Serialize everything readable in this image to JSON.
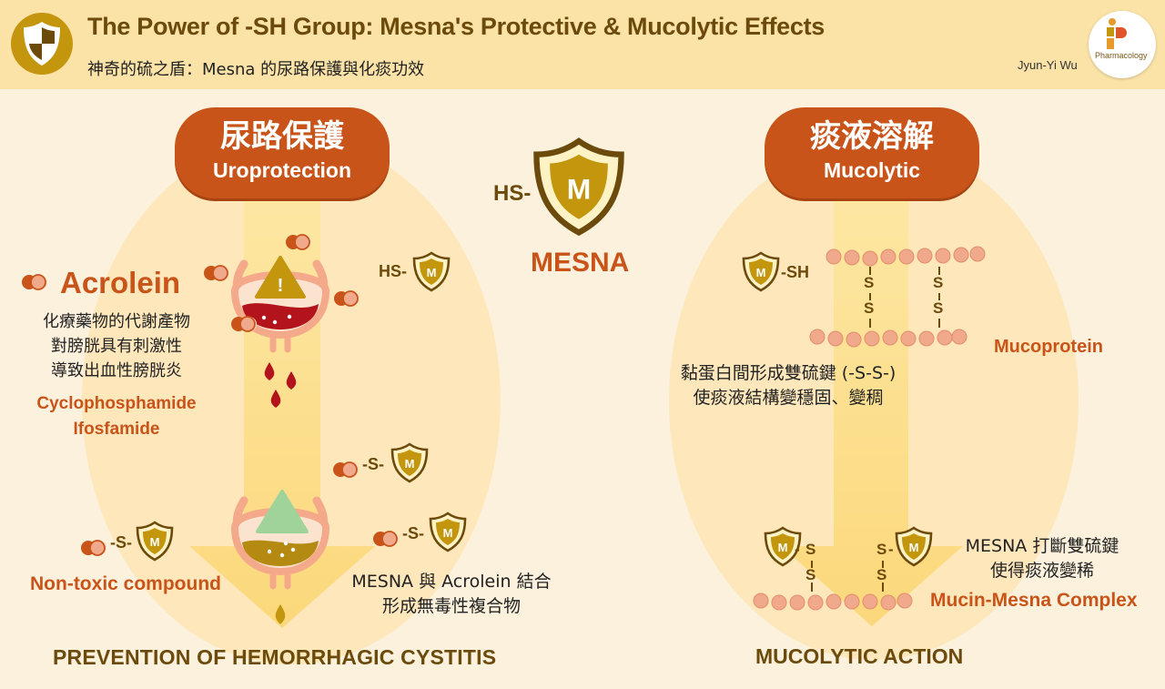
{
  "header": {
    "title": "The Power of -SH Group: Mesna's Protective & Mucolytic Effects",
    "subtitle": "神奇的硫之盾：Mesna 的尿路保護與化痰功效",
    "author": "Jyun-Yi Wu",
    "logo_text": "Pharmacology"
  },
  "center": {
    "hs_label": "HS-",
    "shield_letter": "M",
    "mesna_label": "MESNA"
  },
  "uro": {
    "title_zh": "尿路保護",
    "title_en": "Uroprotection",
    "acrolein": "Acrolein",
    "desc_lines": [
      "化療藥物的代謝產物",
      "對膀胱具有刺激性",
      "導致出血性膀胱炎"
    ],
    "drugs": [
      "Cyclophosphamide",
      "Ifosfamide"
    ],
    "hs_label": "HS-",
    "s_label": "-S-",
    "nontoxic": "Non-toxic compound",
    "combine_lines": [
      "MESNA 與 Acrolein 結合",
      "形成無毒性複合物"
    ],
    "bottom": "PREVENTION OF HEMORRHAGIC CYSTITIS"
  },
  "muco": {
    "title_zh": "痰液溶解",
    "title_en": "Mucolytic",
    "sh_label": "-SH",
    "s": "S",
    "mucoprotein": "Mucoprotein",
    "desc_lines": [
      "黏蛋白間形成雙硫鍵 (-S-S-)",
      "使痰液結構變穩固、變稠"
    ],
    "break_lines": [
      "MESNA 打斷雙硫鍵",
      "使得痰液變稀"
    ],
    "complex": "Mucin-Mesna Complex",
    "bottom": "MUCOLYTIC ACTION"
  },
  "colors": {
    "accent": "#c9541a",
    "gold": "#c4960e",
    "brown": "#6b4a0c",
    "bead": "#f0a98a"
  }
}
